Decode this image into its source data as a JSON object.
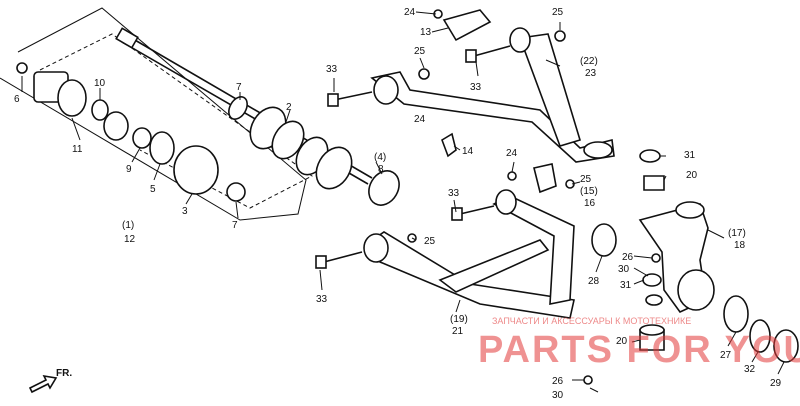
{
  "labels": {
    "l24a": "24",
    "l13": "13",
    "l25a": "25",
    "l25b": "25",
    "l22_23a": "(22)",
    "l22_23b": "23",
    "l33a": "33",
    "l33b": "33",
    "l7a": "7",
    "l2": "2",
    "l6": "6",
    "l10": "10",
    "l11": "11",
    "l9": "9",
    "l5": "5",
    "l3": "3",
    "l7b": "7",
    "l1": "(1)",
    "l12": "12",
    "l4": "(4)",
    "l8": "8",
    "l24b": "24",
    "l14": "14",
    "l24c": "24",
    "l25c": "25",
    "l15": "(15)",
    "l16": "16",
    "l31a": "31",
    "l20a": "20",
    "l33c": "33",
    "l25d": "25",
    "l17": "(17)",
    "l18": "18",
    "l26a": "26",
    "l30a": "30",
    "l31b": "31",
    "l28": "28",
    "l33d": "33",
    "l19": "(19)",
    "l21": "21",
    "l20b": "20",
    "l27": "27",
    "l32": "32",
    "l29": "29",
    "l26b": "26",
    "l30b": "30",
    "lfr": "FR."
  },
  "watermark": {
    "brand": "PARTS FOR YOU",
    "tagline": "ЗАПЧАСТИ И АКСЕССУАРЫ К МОТОТЕХНИКЕ"
  },
  "colors": {
    "line": "#111111",
    "watermark": "#e23a3a"
  }
}
